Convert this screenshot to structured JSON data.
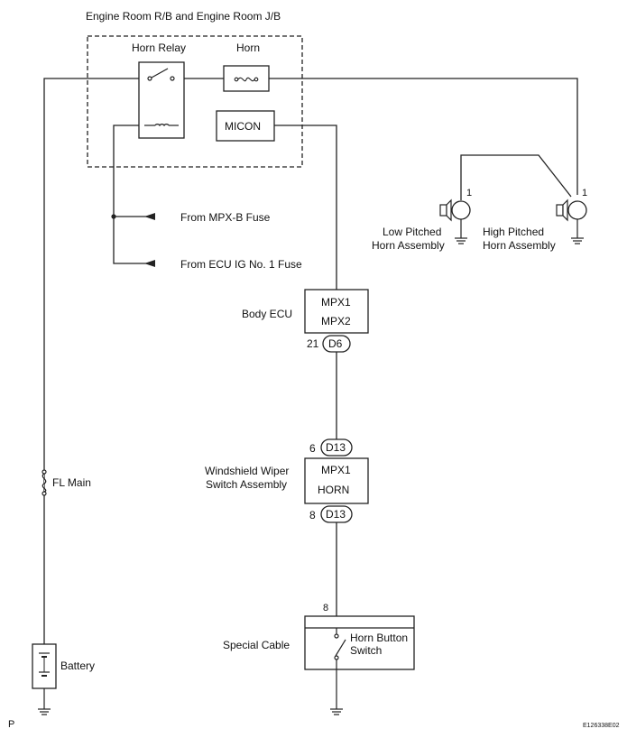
{
  "labels": {
    "header": "Engine Room R/B and Engine Room J/B",
    "horn_relay": "Horn Relay",
    "horn_fuse": "Horn",
    "micon": "MICON",
    "from_mpxb": "From MPX-B Fuse",
    "from_ecu_ig": "From ECU IG No. 1 Fuse",
    "low_horn_line1": "Low Pitched",
    "low_horn_line2": "Horn Assembly",
    "low_horn_pin": "1",
    "high_horn_line1": "High Pitched",
    "high_horn_line2": "Horn Assembly",
    "high_horn_pin": "1",
    "body_ecu": "Body ECU",
    "mpx1_top": "MPX1",
    "mpx2": "MPX2",
    "pin_21": "21",
    "conn_d6": "D6",
    "pin_6": "6",
    "conn_d13_top": "D13",
    "wiper_line1": "Windshield Wiper",
    "wiper_line2": "Switch Assembly",
    "mpx1_wiper": "MPX1",
    "horn_signal": "HORN",
    "pin_8_bottom": "8",
    "conn_d13_bottom": "D13",
    "fl_main": "FL Main",
    "pin_8_cable": "8",
    "special_cable": "Special Cable",
    "horn_button_line1": "Horn Button",
    "horn_button_line2": "Switch",
    "battery": "Battery",
    "corner_p": "P",
    "figure_id": "E126338E02"
  }
}
